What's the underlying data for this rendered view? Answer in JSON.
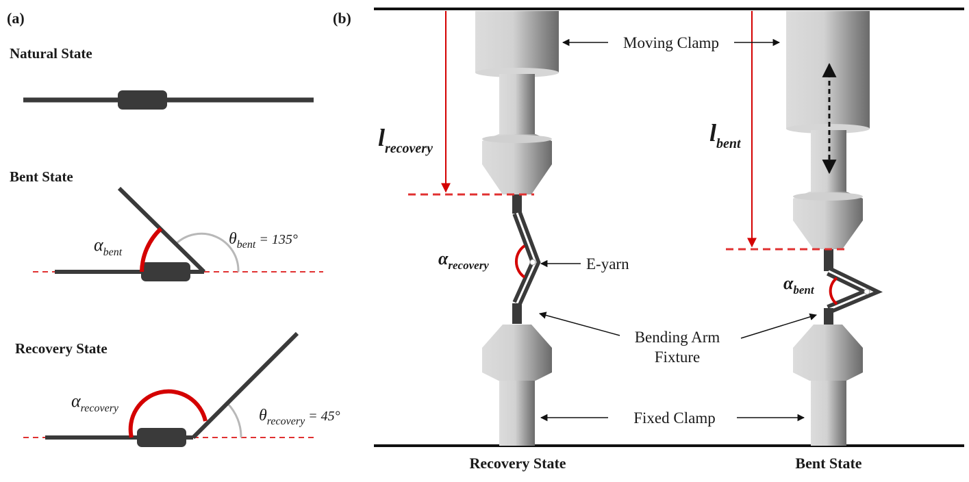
{
  "panel_a": {
    "label": "(a)",
    "natural_title": "Natural State",
    "bent_title": "Bent State",
    "recovery_title": "Recovery State",
    "alpha_symbol": "α",
    "theta_symbol": "θ",
    "bent_sub": "bent",
    "recovery_sub": "recovery",
    "theta_bent_value": " = 135°",
    "theta_recovery_value": " = 45°"
  },
  "panel_b": {
    "label": "(b)",
    "moving_clamp": "Moving Clamp",
    "e_yarn": "E-yarn",
    "bending_arm_line1": "Bending Arm",
    "bending_arm_line2": "Fixture",
    "fixed_clamp": "Fixed Clamp",
    "l_symbol": "l",
    "alpha_symbol": "α",
    "recovery_sub": "recovery",
    "bent_sub": "bent",
    "left_caption": "Recovery State",
    "right_caption": "Bent State"
  },
  "colors": {
    "yarn": "#3a3a3a",
    "angle_red": "#d40000",
    "guide_red": "#e03030",
    "grey_arc": "#b8b8b8",
    "frame": "#111111"
  }
}
